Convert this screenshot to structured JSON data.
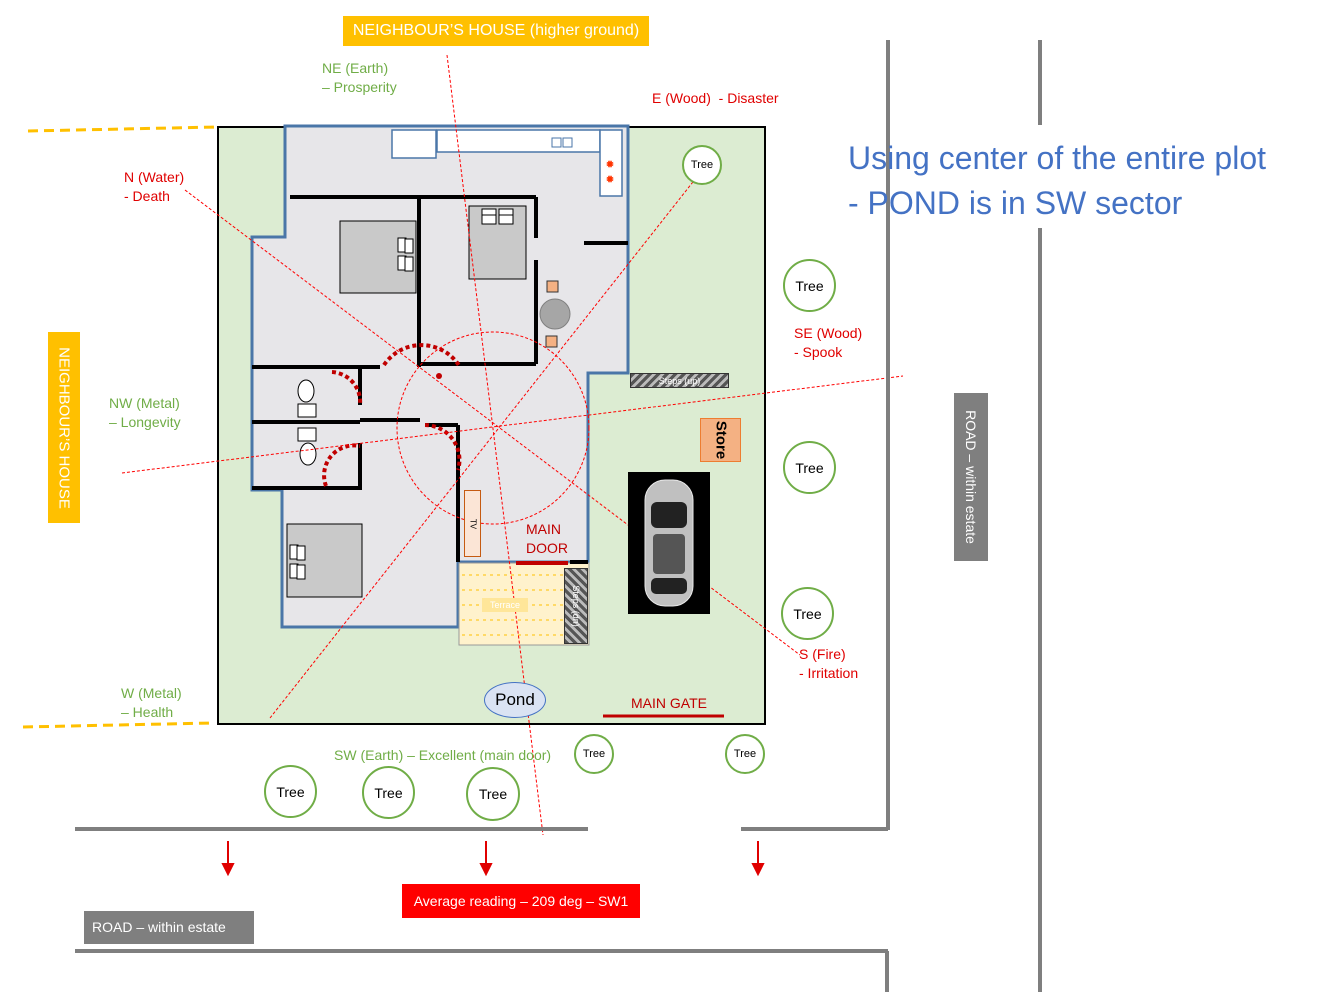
{
  "headline": {
    "line1": "Using center of the entire plot",
    "line2": "- POND is in SW sector"
  },
  "banners": {
    "top_neighbour": "NEIGHBOUR’S HOUSE (higher ground)",
    "left_neighbour": "NEIGHBOUR’S HOUSE"
  },
  "roads": {
    "bottom": "ROAD – within estate",
    "right": "ROAD – within estate"
  },
  "directions": {
    "ne": {
      "name": "NE (Earth)",
      "meaning": "– Prosperity"
    },
    "e": {
      "text": "E (Wood)  - Disaster"
    },
    "n": {
      "name": "N (Water)",
      "meaning": "- Death"
    },
    "se": {
      "name": "SE (Wood)",
      "meaning": "- Spook"
    },
    "nw": {
      "name": "NW (Metal)",
      "meaning": "– Longevity"
    },
    "s": {
      "name": "S (Fire)",
      "meaning": "- Irritation"
    },
    "w": {
      "name": "W (Metal)",
      "meaning": "– Health"
    },
    "sw": {
      "text": "SW (Earth) – Excellent (main door)"
    }
  },
  "labels": {
    "main_door_1": "MAIN",
    "main_door_2": "DOOR",
    "main_gate": "MAIN GATE",
    "store": "Store",
    "pond": "Pond",
    "steps_up": "Steps (up)",
    "steps_down": "Steps (dn)",
    "terrace": "Terrace",
    "tv": "TV",
    "average_reading": "Average reading – 209 deg – SW1"
  },
  "trees": {
    "label": "Tree"
  },
  "colors": {
    "accent_blue": "#4472c4",
    "banner": "#ffc000",
    "direction_green": "#70ad47",
    "direction_red": "#e00000",
    "road": "#7f7f7f",
    "plot": "#dcecd2"
  }
}
